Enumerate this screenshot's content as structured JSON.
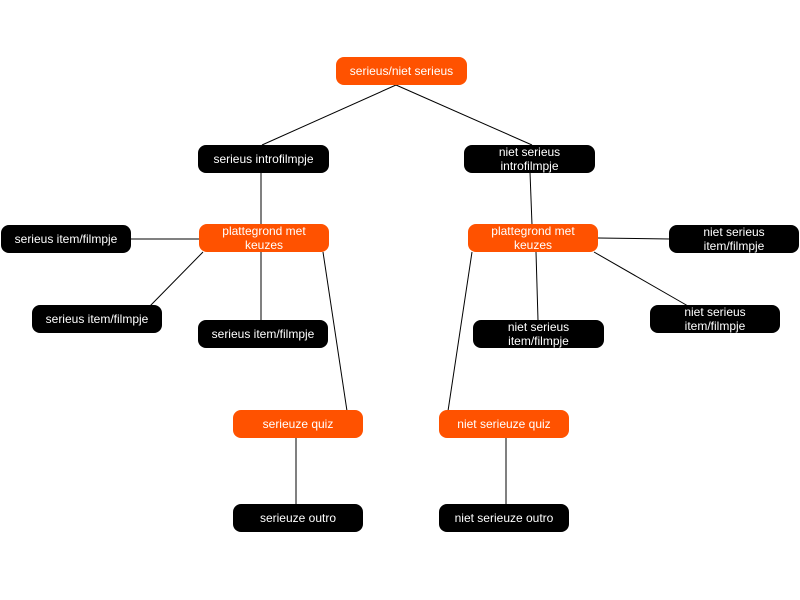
{
  "colors": {
    "orange": "#ff5200",
    "black": "#000000",
    "line": "#000000"
  },
  "nodes": {
    "root": "serieus/niet serieus",
    "s_intro": "serieus introfilmpje",
    "ns_intro": "niet serieus introfilmpje",
    "s_map": "plattegrond met keuzes",
    "ns_map": "plattegrond met keuzes",
    "s_item_1": "serieus item/filmpje",
    "s_item_2": "serieus item/filmpje",
    "s_item_3": "serieus item/filmpje",
    "ns_item_1": "niet serieus item/filmpje",
    "ns_item_2": "niet serieus item/filmpje",
    "ns_item_3": "niet serieus item/filmpje",
    "s_quiz": "serieuze quiz",
    "ns_quiz": "niet serieuze quiz",
    "s_outro": "serieuze outro",
    "ns_outro": "niet serieuze outro"
  }
}
